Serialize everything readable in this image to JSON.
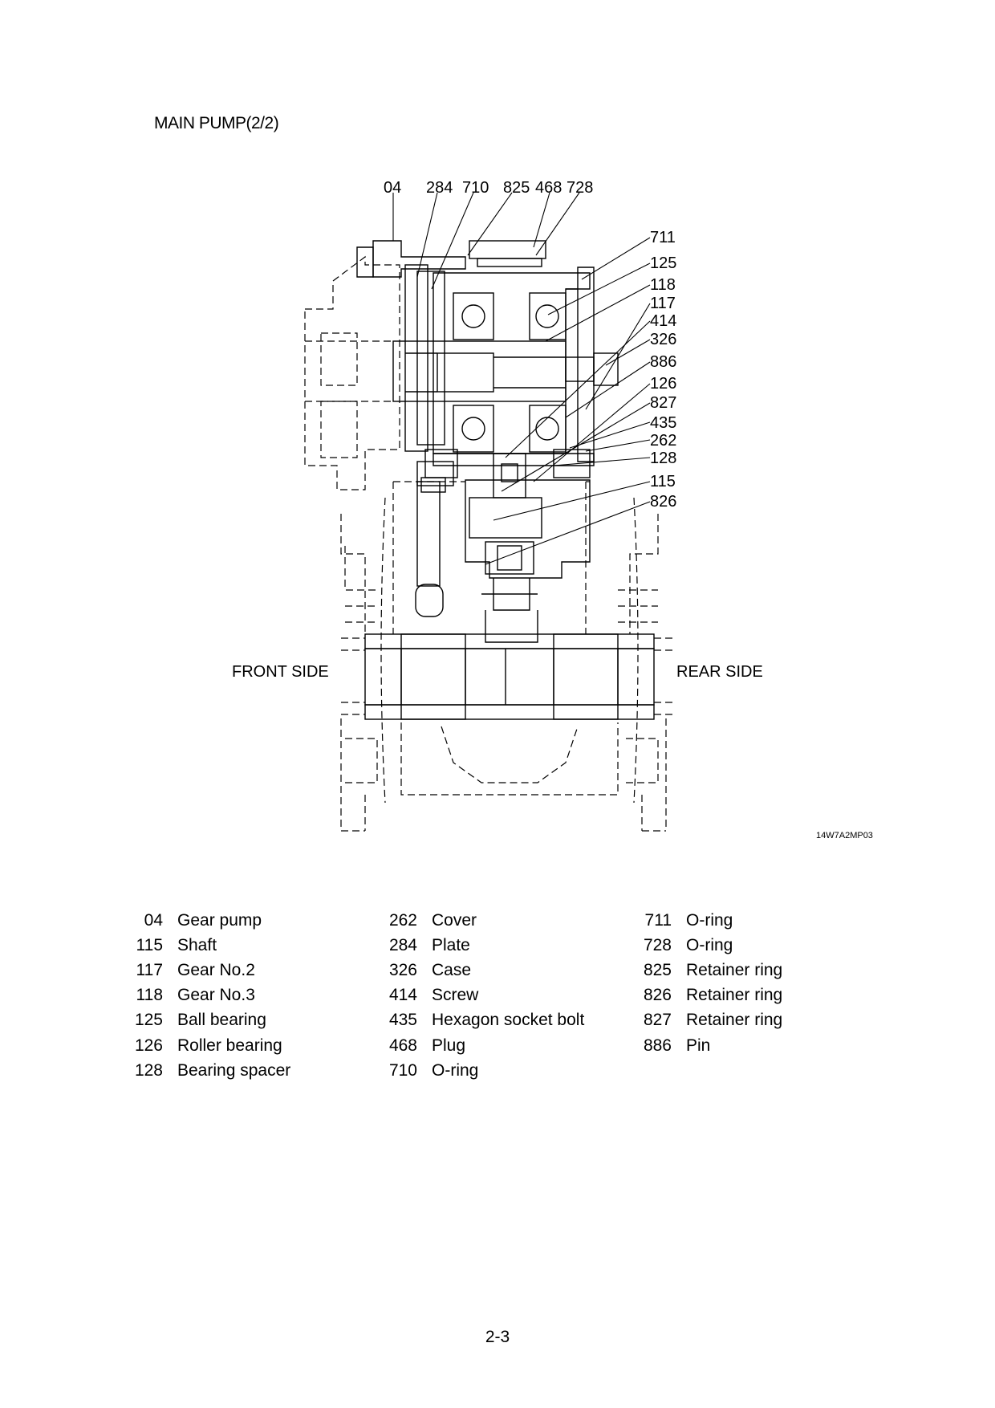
{
  "page_title": "MAIN PUMP(2/2)",
  "diagram": {
    "top_labels": [
      "04",
      "284",
      "710",
      "825",
      "468",
      "728"
    ],
    "right_labels": [
      "711",
      "125",
      "118",
      "117",
      "414",
      "326",
      "886",
      "126",
      "827",
      "435",
      "262",
      "128",
      "115",
      "826"
    ],
    "front_side": "FRONT SIDE",
    "rear_side": "REAR SIDE",
    "drawing_code": "14W7A2MP03"
  },
  "parts_list": {
    "column1": [
      {
        "no": "04",
        "name": "Gear pump"
      },
      {
        "no": "115",
        "name": "Shaft"
      },
      {
        "no": "117",
        "name": "Gear No.2"
      },
      {
        "no": "118",
        "name": "Gear No.3"
      },
      {
        "no": "125",
        "name": "Ball bearing"
      },
      {
        "no": "126",
        "name": "Roller bearing"
      },
      {
        "no": "128",
        "name": "Bearing spacer"
      }
    ],
    "column2": [
      {
        "no": "262",
        "name": "Cover"
      },
      {
        "no": "284",
        "name": "Plate"
      },
      {
        "no": "326",
        "name": "Case"
      },
      {
        "no": "414",
        "name": "Screw"
      },
      {
        "no": "435",
        "name": "Hexagon socket bolt"
      },
      {
        "no": "468",
        "name": "Plug"
      },
      {
        "no": "710",
        "name": "O-ring"
      }
    ],
    "column3": [
      {
        "no": "711",
        "name": "O-ring"
      },
      {
        "no": "728",
        "name": "O-ring"
      },
      {
        "no": "825",
        "name": "Retainer ring"
      },
      {
        "no": "826",
        "name": "Retainer ring"
      },
      {
        "no": "827",
        "name": "Retainer ring"
      },
      {
        "no": "886",
        "name": "Pin"
      }
    ]
  },
  "page_number": "2-3"
}
